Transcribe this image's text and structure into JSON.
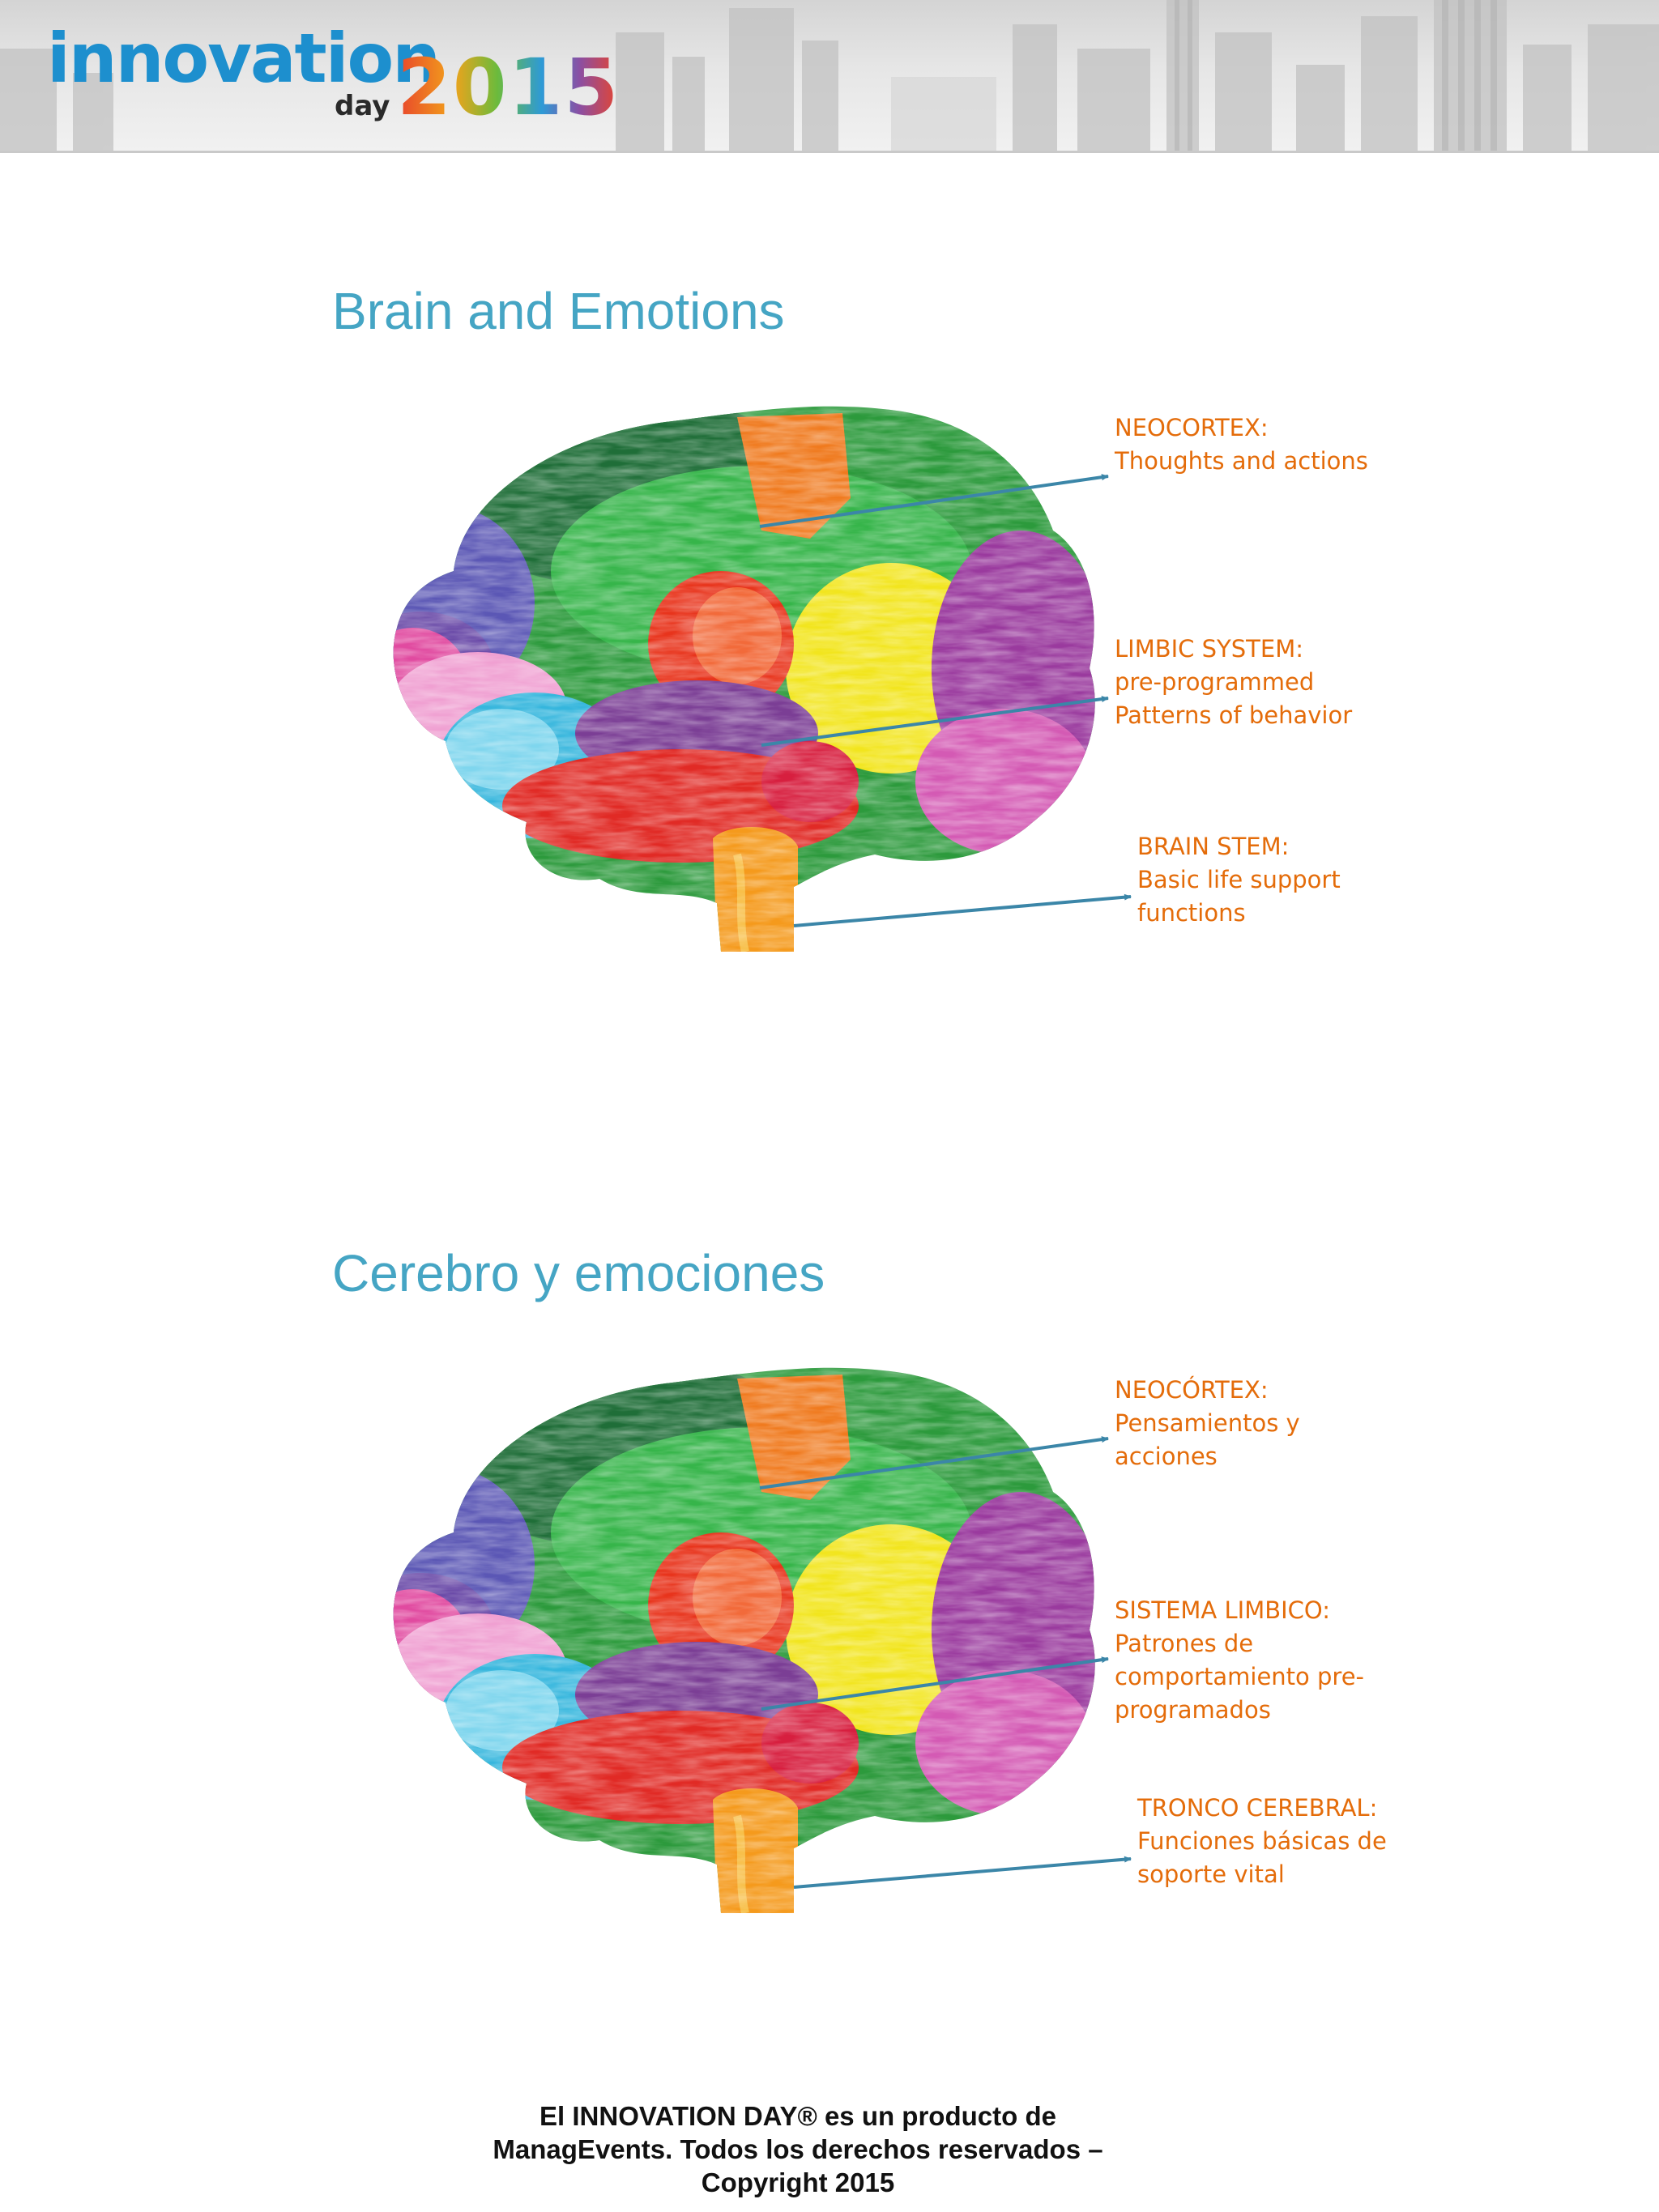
{
  "header": {
    "logo_word": "innovation",
    "logo_day": "day",
    "logo_year": "2015"
  },
  "slides": [
    {
      "title": "Brain and Emotions",
      "labels": [
        {
          "heading": "NEOCORTEX:",
          "lines": [
            "Thoughts and actions"
          ]
        },
        {
          "heading": "LIMBIC SYSTEM:",
          "lines": [
            "pre-programmed",
            "Patterns of behavior"
          ]
        },
        {
          "heading": "BRAIN STEM:",
          "lines": [
            "Basic life support",
            "functions"
          ]
        }
      ]
    },
    {
      "title": "Cerebro y emociones",
      "labels": [
        {
          "heading": "NEOCÓRTEX:",
          "lines": [
            "Pensamientos y",
            "acciones"
          ]
        },
        {
          "heading": "SISTEMA LIMBICO:",
          "lines": [
            "Patrones de",
            "comportamiento pre-",
            "programados"
          ]
        },
        {
          "heading": "TRONCO CEREBRAL:",
          "lines": [
            "Funciones básicas de",
            "soporte vital"
          ]
        }
      ]
    }
  ],
  "footer": {
    "lines": [
      "El INNOVATION DAY® es un producto de",
      "ManagEvents. Todos los derechos reservados –",
      "Copyright 2015"
    ]
  },
  "colors": {
    "title": "#45a5c4",
    "label": "#e46c0a",
    "arrow": "#3b86a8",
    "logo_blue": "#1d8fce"
  }
}
